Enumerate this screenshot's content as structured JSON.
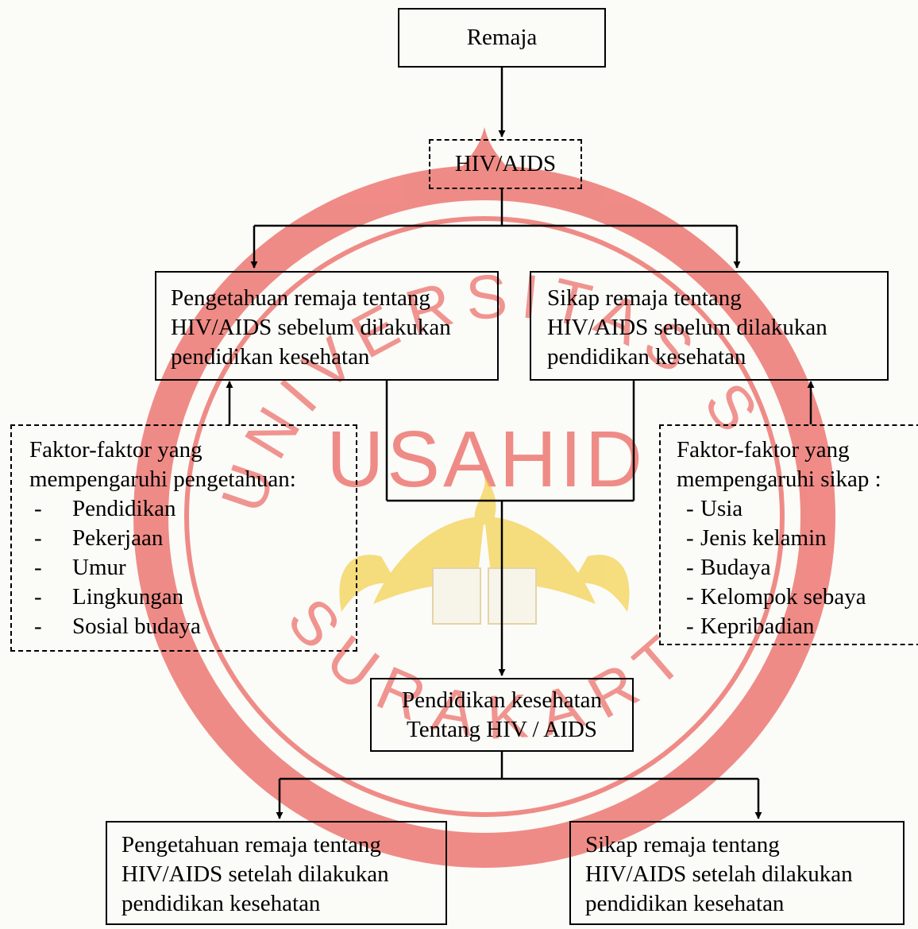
{
  "nodes": {
    "remaja": {
      "label": "Remaja"
    },
    "hiv_aids": {
      "label": "HIV/AIDS"
    },
    "knowledge_before": {
      "lines": [
        "Pengetahuan remaja tentang",
        "HIV/AIDS sebelum dilakukan",
        "pendidikan kesehatan"
      ]
    },
    "attitude_before": {
      "lines": [
        "Sikap remaja tentang",
        "HIV/AIDS sebelum dilakukan",
        "pendidikan kesehatan"
      ]
    },
    "knowledge_factors": {
      "title_lines": [
        "Faktor-faktor yang",
        "mempengaruhi pengetahuan:"
      ],
      "bullet": "-",
      "items": [
        "Pendidikan",
        "Pekerjaan",
        "Umur",
        "Lingkungan",
        "Sosial budaya"
      ]
    },
    "attitude_factors": {
      "title_lines": [
        "Faktor-faktor yang",
        "mempengaruhi sikap :"
      ],
      "bullet": "-",
      "items": [
        "Usia",
        "Jenis kelamin",
        "Budaya",
        "Kelompok sebaya",
        "Kepribadian"
      ]
    },
    "health_education": {
      "lines": [
        "Pendidikan kesehatan",
        "Tentang HIV / AIDS"
      ]
    },
    "knowledge_after": {
      "lines": [
        "Pengetahuan remaja tentang",
        "HIV/AIDS setelah dilakukan",
        "pendidikan kesehatan"
      ]
    },
    "attitude_after": {
      "lines": [
        "Sikap remaja tentang",
        "HIV/AIDS setelah dilakukan",
        "pendidikan kesehatan"
      ]
    }
  },
  "watermark": {
    "arc_text": "UNIVERSITAS SAHID SURAKARTA",
    "center_text": "USAHID",
    "bottom_text": "SURAKARTA",
    "color": "#e7302a",
    "logo_color": "#f2cd3a"
  },
  "colors": {
    "line": "#000000",
    "background": "#fbfbf8"
  }
}
